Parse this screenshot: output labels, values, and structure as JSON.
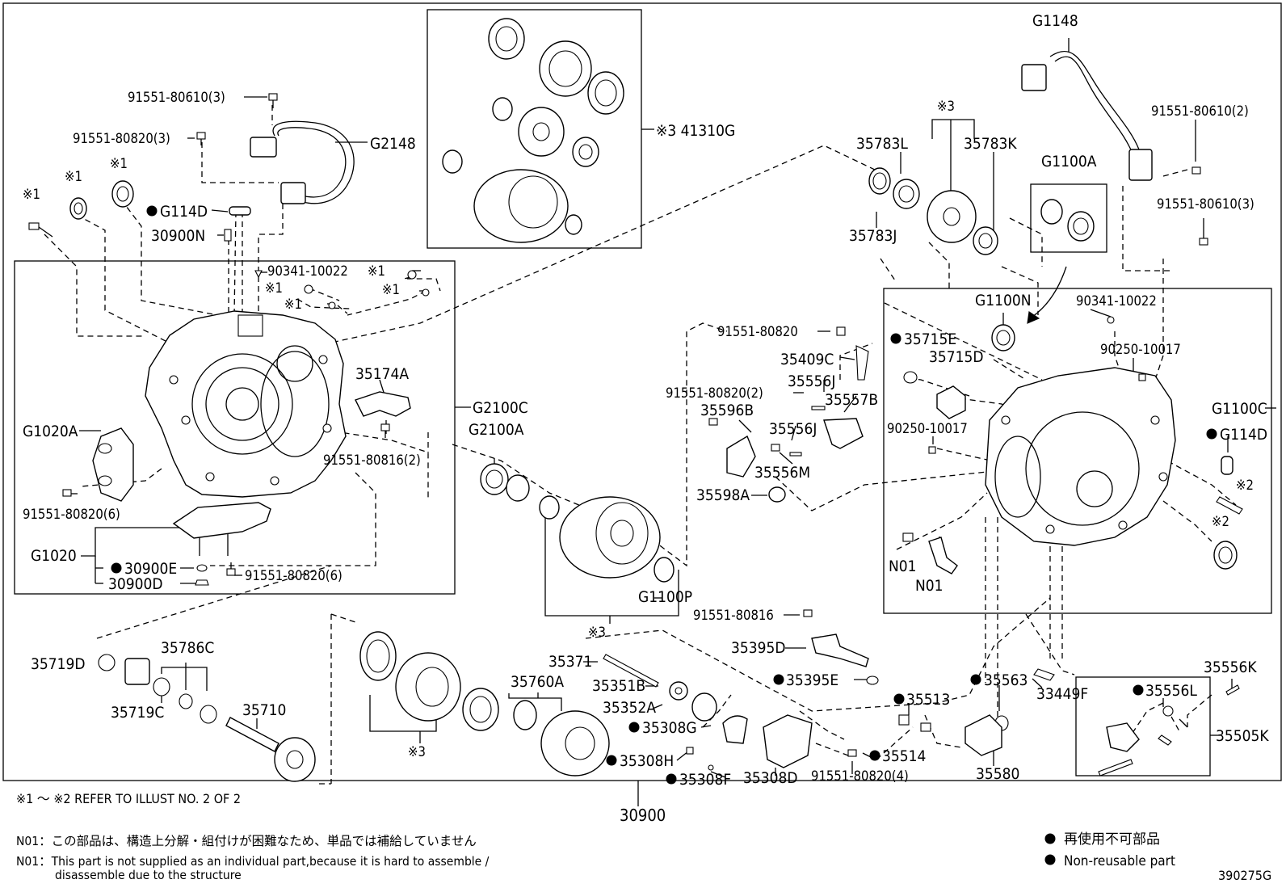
{
  "diagram_id": "390275G",
  "assembly_number": "30900",
  "labels": {
    "l_91551_80610_3_top": "91551-80610(3)",
    "l_91551_80820_3": "91551-80820(3)",
    "l_G2148": "G2148",
    "l_x1_a": "※1",
    "l_x1_b": "※1",
    "l_x1_c": "※1",
    "l_G114D_left": "G114D",
    "l_30900N": "30900N",
    "l_90341_10022_left": "90341-10022",
    "l_x1_d": "※1",
    "l_x1_e": "※1",
    "l_x1_f": "※1",
    "l_x1_g": "※1",
    "l_35174A": "35174A",
    "l_G2100C": "G2100C",
    "l_G1020A": "G1020A",
    "l_91551_80816_2": "91551-80816(2)",
    "l_91551_80820_6a": "91551-80820(6)",
    "l_G1020": "G1020",
    "l_30900E": "30900E",
    "l_30900D": "30900D",
    "l_91551_80820_6b": "91551-80820(6)",
    "l_41310G": "※3 41310G",
    "l_G2100A": "G2100A",
    "l_G1100P": "G1100P",
    "l_x3_center": "※3",
    "l_G1148": "G1148",
    "l_x3_top": "※3",
    "l_35783L": "35783L",
    "l_35783K": "35783K",
    "l_35783J": "35783J",
    "l_G1100A": "G1100A",
    "l_91551_80610_2": "91551-80610(2)",
    "l_91551_80610_3_right": "91551-80610(3)",
    "l_G1100N": "G1100N",
    "l_90341_10022_right": "90341-10022",
    "l_35715E": "35715E",
    "l_35715D": "35715D",
    "l_90250_10017_a": "90250-10017",
    "l_90250_10017_b": "90250-10017",
    "l_G1100C": "G1100C",
    "l_G114D_right": "G114D",
    "l_x2_a": "※2",
    "l_x2_b": "※2",
    "l_N01_a": "N01",
    "l_N01_b": "N01",
    "l_91551_80820_mid": "91551-80820",
    "l_35409C": "35409C",
    "l_35556J_a": "35556J",
    "l_35557B": "35557B",
    "l_91551_80820_2": "91551-80820(2)",
    "l_35596B": "35596B",
    "l_35556J_b": "35556J",
    "l_35556M": "35556M",
    "l_35598A": "35598A",
    "l_35719D": "35719D",
    "l_35786C": "35786C",
    "l_35719C": "35719C",
    "l_35710": "35710",
    "l_x3_bottom": "※3",
    "l_35760A": "35760A",
    "l_35371": "35371",
    "l_35351B": "35351B",
    "l_35352A": "35352A",
    "l_35308G": "35308G",
    "l_35308H": "35308H",
    "l_35308F": "35308F",
    "l_35308D": "35308D",
    "l_91551_80816": "91551-80816",
    "l_35395D": "35395D",
    "l_35395E": "35395E",
    "l_35563": "35563",
    "l_33449F": "33449F",
    "l_35513": "35513",
    "l_35514": "35514",
    "l_91551_80820_4": "91551-80820(4)",
    "l_35580": "35580",
    "l_35556K": "35556K",
    "l_35556L": "35556L",
    "l_35505K": "35505K"
  },
  "notes": {
    "refer": "※1 ～ ※2 REFER TO ILLUST NO. 2 OF 2",
    "n01_jp": "N01：この部品は、構造上分解・組付けが困難なため、単品では補給していません",
    "n01_en_1": "N01：This part is not supplied as an individual part,because it is hard to assemble /",
    "n01_en_2": "disassemble due to the structure"
  },
  "legend": {
    "jp": "再使用不可部品",
    "en": "Non-reusable part"
  }
}
